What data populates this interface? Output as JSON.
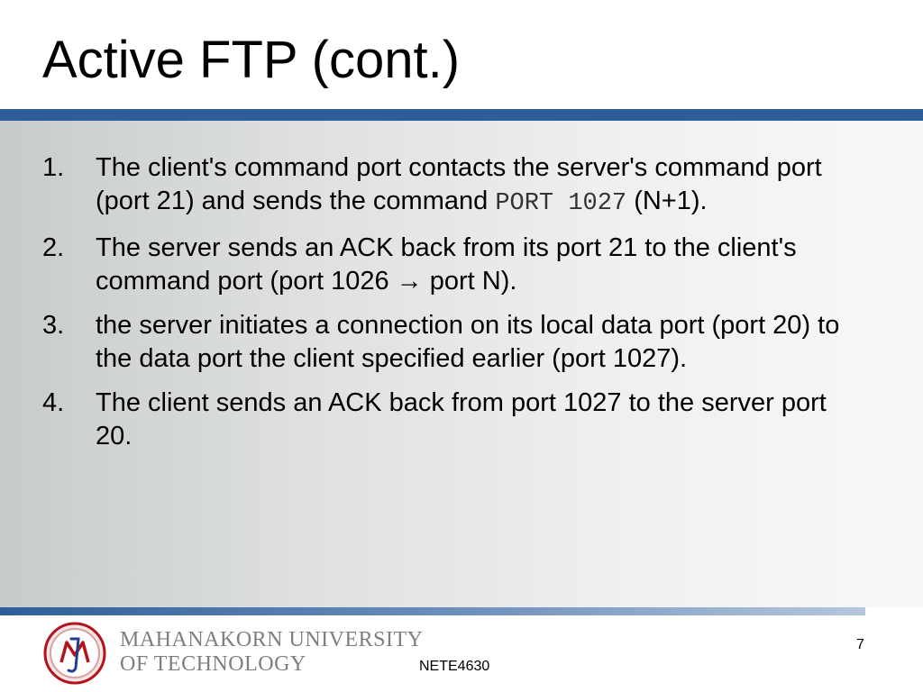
{
  "slide": {
    "title": "Active FTP (cont.)",
    "items": [
      {
        "number": "1.",
        "text_before": "The client's command port contacts the server's command port (port 21) and sends the command ",
        "code": "PORT 1027",
        "text_after": "  (N+1)."
      },
      {
        "number": "2.",
        "text_before": "The server sends an ACK back from its port 21 to the client's command port (port 1026 ",
        "arrow": "→",
        "text_after": " port N)."
      },
      {
        "number": "3.",
        "text": "the server initiates a connection on its local data port (port 20) to the data port the client specified earlier (port 1027)."
      },
      {
        "number": "4.",
        "text": "The client sends an ACK back from port 1027 to the server port 20."
      }
    ]
  },
  "footer": {
    "university_line1": "MAHANAKORN UNIVERSITY",
    "university_line2": "OF TECHNOLOGY",
    "course_code": "NETE4630",
    "page_number": "7"
  },
  "colors": {
    "accent_bar": "#2e5e9a",
    "logo_ring": "#b5121b",
    "logo_text": "#1f3f8f",
    "university_text": "#7c7f82"
  }
}
